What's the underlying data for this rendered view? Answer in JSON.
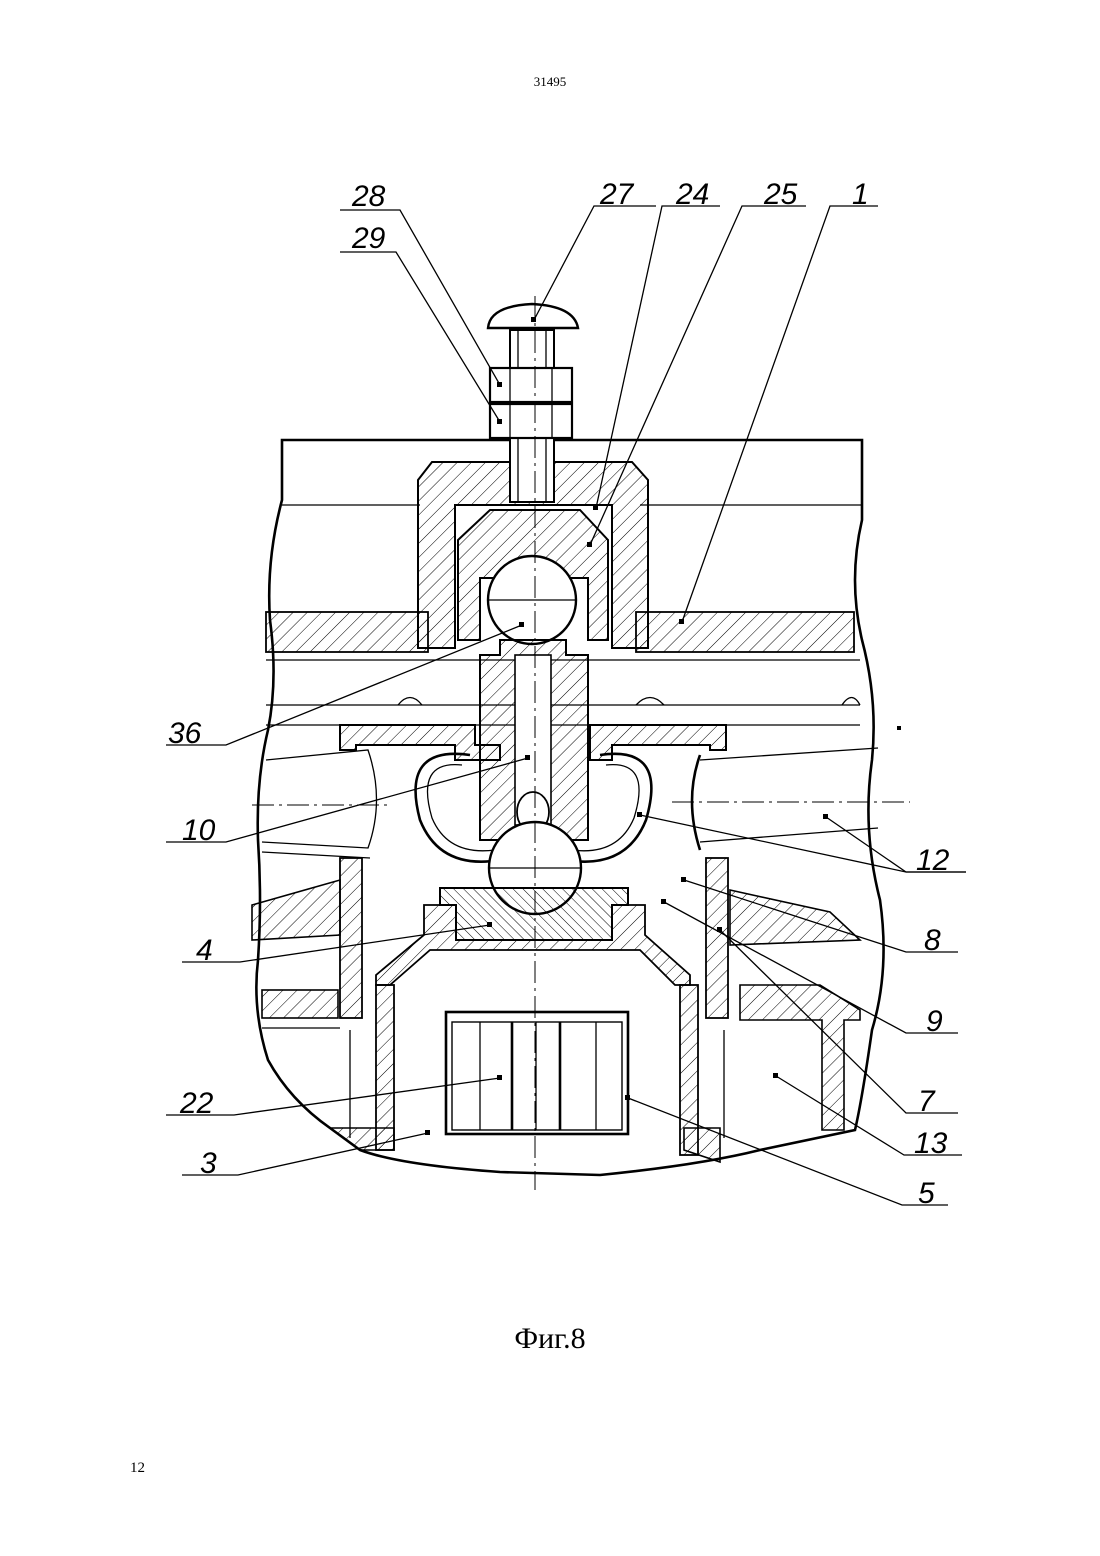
{
  "header": {
    "doc_number": "31495"
  },
  "footer": {
    "page_number": "12"
  },
  "figure": {
    "caption": "Фиг.8",
    "callouts": {
      "c28": "28",
      "c29": "29",
      "c27": "27",
      "c24": "24",
      "c25": "25",
      "c1": "1",
      "c36": "36",
      "c10": "10",
      "c4": "4",
      "c22": "22",
      "c3": "3",
      "c12": "12",
      "c8": "8",
      "c9": "9",
      "c7": "7",
      "c13": "13",
      "c5": "5"
    }
  }
}
